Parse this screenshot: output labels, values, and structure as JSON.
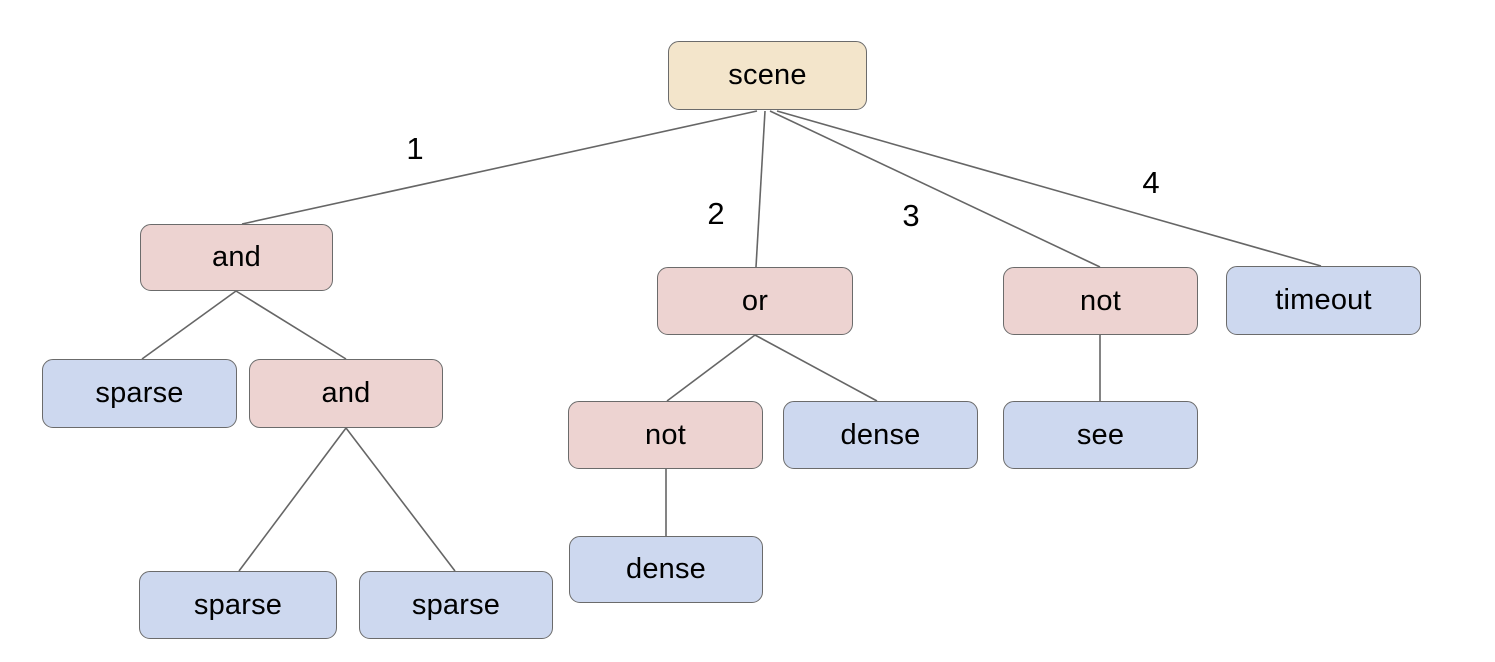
{
  "diagram": {
    "type": "tree",
    "palette": {
      "root_fill": "#f3e5cb",
      "operator_fill": "#edd3d1",
      "leaf_fill": "#cdd8ef",
      "node_border": "#6b6b6b",
      "edge_stroke": "#666666",
      "text": "#000000"
    },
    "nodes": [
      {
        "id": "scene",
        "label": "scene",
        "kind": "root"
      },
      {
        "id": "and-1",
        "label": "and",
        "kind": "operator"
      },
      {
        "id": "or-1",
        "label": "or",
        "kind": "operator"
      },
      {
        "id": "not-right",
        "label": "not",
        "kind": "operator"
      },
      {
        "id": "timeout",
        "label": "timeout",
        "kind": "leaf"
      },
      {
        "id": "sparse-1",
        "label": "sparse",
        "kind": "leaf"
      },
      {
        "id": "and-2",
        "label": "and",
        "kind": "operator"
      },
      {
        "id": "not-mid",
        "label": "not",
        "kind": "operator"
      },
      {
        "id": "dense-1",
        "label": "dense",
        "kind": "leaf"
      },
      {
        "id": "see",
        "label": "see",
        "kind": "leaf"
      },
      {
        "id": "sparse-2",
        "label": "sparse",
        "kind": "leaf"
      },
      {
        "id": "sparse-3",
        "label": "sparse",
        "kind": "leaf"
      },
      {
        "id": "dense-2",
        "label": "dense",
        "kind": "leaf"
      }
    ],
    "edge_labels": [
      "1",
      "2",
      "3",
      "4"
    ],
    "edges": [
      {
        "from": "scene",
        "to": "and-1",
        "label": "1"
      },
      {
        "from": "scene",
        "to": "or-1",
        "label": "2"
      },
      {
        "from": "scene",
        "to": "not-right",
        "label": "3"
      },
      {
        "from": "scene",
        "to": "timeout",
        "label": "4"
      },
      {
        "from": "and-1",
        "to": "sparse-1",
        "label": ""
      },
      {
        "from": "and-1",
        "to": "and-2",
        "label": ""
      },
      {
        "from": "and-2",
        "to": "sparse-2",
        "label": ""
      },
      {
        "from": "and-2",
        "to": "sparse-3",
        "label": ""
      },
      {
        "from": "or-1",
        "to": "not-mid",
        "label": ""
      },
      {
        "from": "or-1",
        "to": "dense-1",
        "label": ""
      },
      {
        "from": "not-mid",
        "to": "dense-2",
        "label": ""
      },
      {
        "from": "not-right",
        "to": "see",
        "label": ""
      }
    ]
  }
}
